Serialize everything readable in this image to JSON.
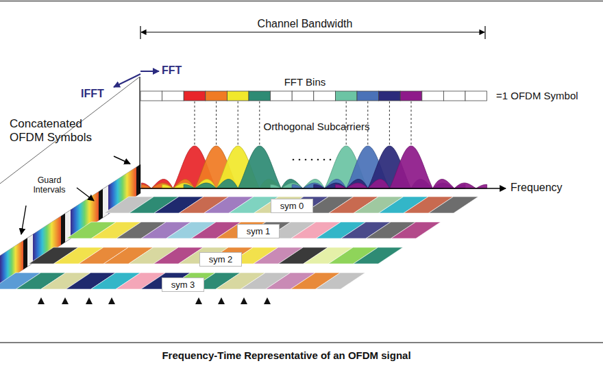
{
  "diagram": {
    "caption": "Frequency-Time Representative of an OFDM signal",
    "nodes": [
      {
        "text": [
          "sym 0"
        ]
      },
      {
        "text": [
          "sym 1"
        ]
      },
      {
        "text": [
          "sym 2"
        ]
      },
      {
        "text": [
          "sym 3"
        ]
      }
    ],
    "labels": [
      "Channel Bandwidth",
      "FFT",
      "IFFT",
      "FFT Bins",
      "=1 OFDM Symbol",
      "Orthogonal Subcarriers",
      "Concatenated OFDM Symbols",
      "Guard Intervals",
      "Frequency"
    ]
  }
}
